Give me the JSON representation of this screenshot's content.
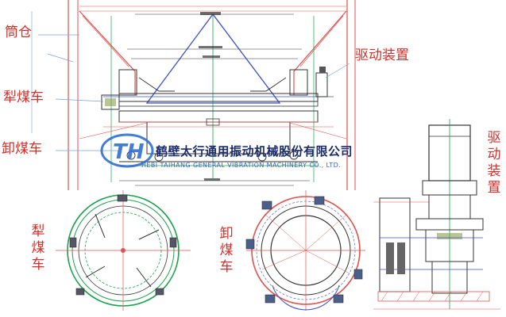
{
  "labels": {
    "silo": "筒仓",
    "plow_car": "犁煤车",
    "unload_car": "卸煤车",
    "drive_device": "驱动装置",
    "drive_device_vertical": "驱动装置",
    "plow_car_vertical": "犁煤车",
    "unload_car_vertical": "卸煤车"
  },
  "watermark": {
    "company_cn": "鹤壁太行通用振动机械股份有限公司",
    "company_en": "HEBI TAIHANG GENERAL VIBRATION MACHINERY CO., LTD.",
    "logo_letters": "TH"
  },
  "colors": {
    "label_red": "#d2302b",
    "line_red": "#e0524d",
    "line_blue": "#3a4fd0",
    "line_green": "#19a34a",
    "line_dark": "#333333",
    "logo_blue": "#2f6fd1",
    "company_text": "#1d2d6b"
  }
}
